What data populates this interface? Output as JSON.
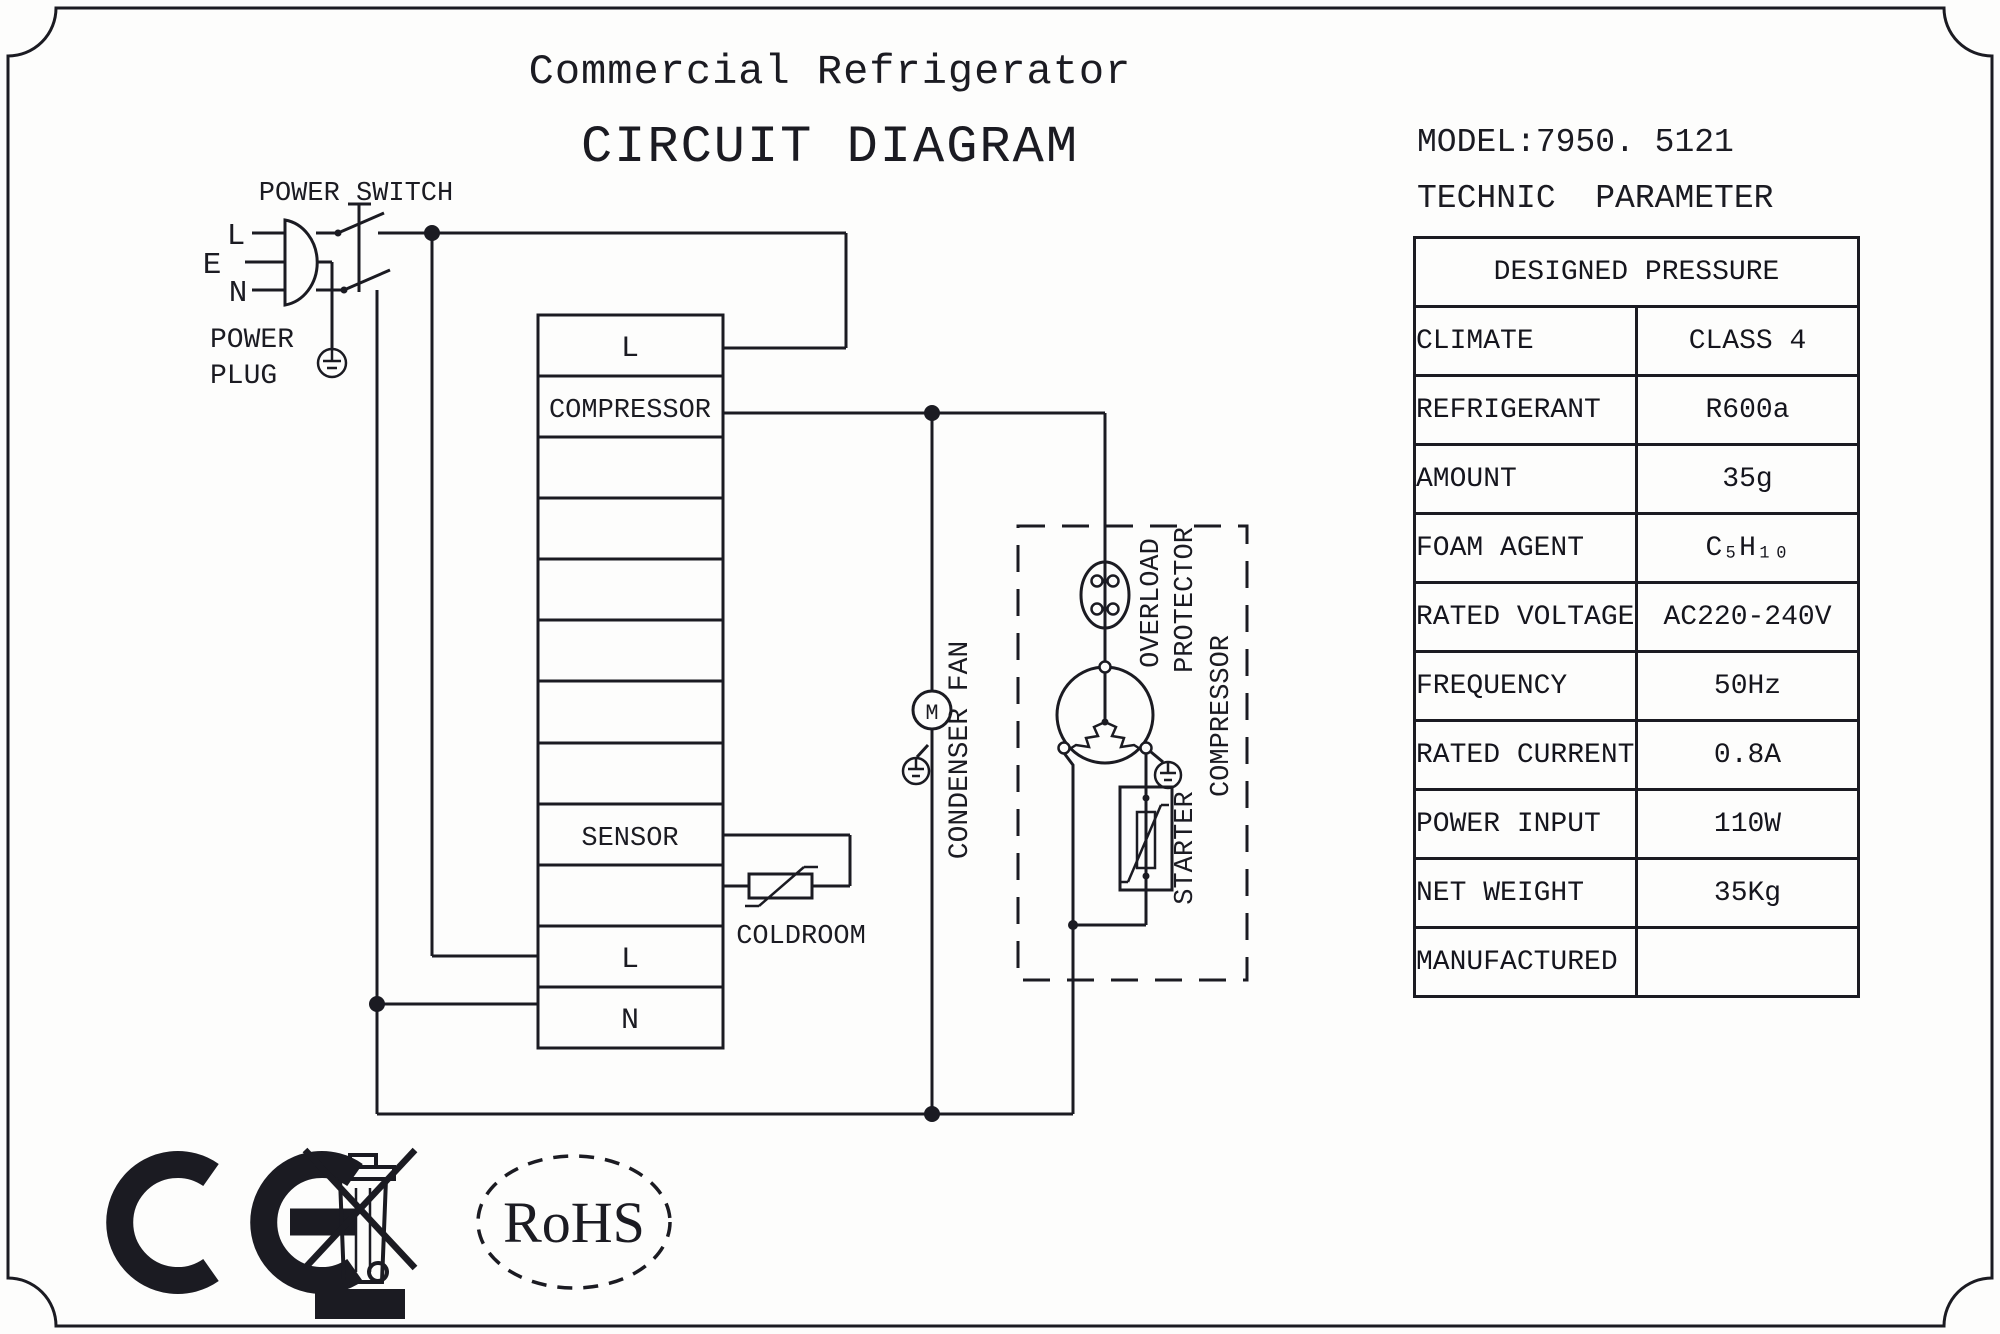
{
  "title": {
    "line1": "Commercial Refrigerator",
    "line2": "CIRCUIT DIAGRAM"
  },
  "model": {
    "model_line": "MODEL:7950. 5121",
    "subtitle": "TECHNIC  PARAMETER"
  },
  "parameters": {
    "header": "DESIGNED PRESSURE",
    "rows": [
      {
        "label": "CLIMATE",
        "value": "CLASS 4"
      },
      {
        "label": "REFRIGERANT",
        "value": "R600a"
      },
      {
        "label": "AMOUNT",
        "value": "35g"
      },
      {
        "label": "FOAM AGENT",
        "value": "C₅H₁₀"
      },
      {
        "label": "RATED VOLTAGE",
        "value": "AC220-240V"
      },
      {
        "label": "FREQUENCY",
        "value": "50Hz"
      },
      {
        "label": "RATED CURRENT",
        "value": "0.8A"
      },
      {
        "label": "POWER INPUT",
        "value": "110W"
      },
      {
        "label": "NET WEIGHT",
        "value": "35Kg"
      },
      {
        "label": "MANUFACTURED",
        "value": ""
      }
    ]
  },
  "circuit": {
    "power_switch_label": "POWER SWITCH",
    "plug_pins": {
      "live": "L",
      "earth": "E",
      "neutral": "N"
    },
    "power_plug_label_line1": "POWER",
    "power_plug_label_line2": "PLUG",
    "terminal_block": {
      "cells": [
        "L",
        "COMPRESSOR",
        "",
        "",
        "",
        "",
        "",
        "",
        "SENSOR",
        "",
        "L",
        "N"
      ]
    },
    "coldroom_label": "COLDROOM",
    "condenser_fan_label": "CONDENSER FAN",
    "motor_label": "M",
    "overload_label_line1": "OVERLOAD",
    "overload_label_line2": "PROTECTOR",
    "compressor_box_label": "COMPRESSOR",
    "starter_label": "STARTER"
  },
  "certifications": {
    "ce_mark": "CE",
    "weee_icon": "crossed-out-wheelie-bin",
    "rohs_label": "RoHS"
  },
  "colors": {
    "ink": "#1b1b22",
    "background": "#fdfdfc"
  }
}
